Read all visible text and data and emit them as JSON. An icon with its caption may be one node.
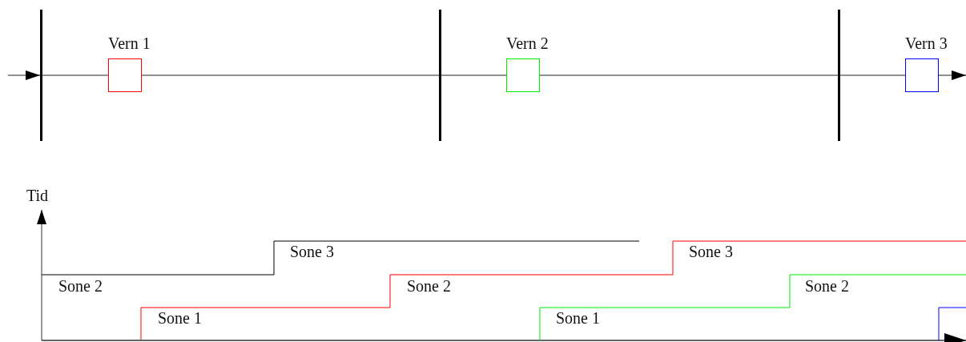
{
  "diagram": {
    "nodes": [
      {
        "text": [],
        "shape": "bar"
      },
      {
        "text": [
          "Vern 1"
        ]
      },
      {
        "text": [],
        "shape": "bar"
      },
      {
        "text": [
          "Vern 2"
        ]
      },
      {
        "text": [],
        "shape": "bar"
      },
      {
        "text": [
          "Vern 3"
        ]
      }
    ],
    "edges": [
      {
        "from": null,
        "to": 0,
        "arrow": "to"
      },
      {
        "from": 0,
        "to": 1,
        "arrow": "none"
      },
      {
        "from": 1,
        "to": 2,
        "arrow": "none"
      },
      {
        "from": 2,
        "to": 3,
        "arrow": "none"
      },
      {
        "from": 3,
        "to": 4,
        "arrow": "none"
      },
      {
        "from": 4,
        "to": 5,
        "arrow": "none"
      },
      {
        "from": 5,
        "to": null,
        "arrow": "to"
      }
    ],
    "labels": [
      "Tid",
      "Sone 3",
      "Sone 3",
      "Sone 2",
      "Sone 2",
      "Sone 2",
      "Sone 1",
      "Sone 1"
    ]
  }
}
